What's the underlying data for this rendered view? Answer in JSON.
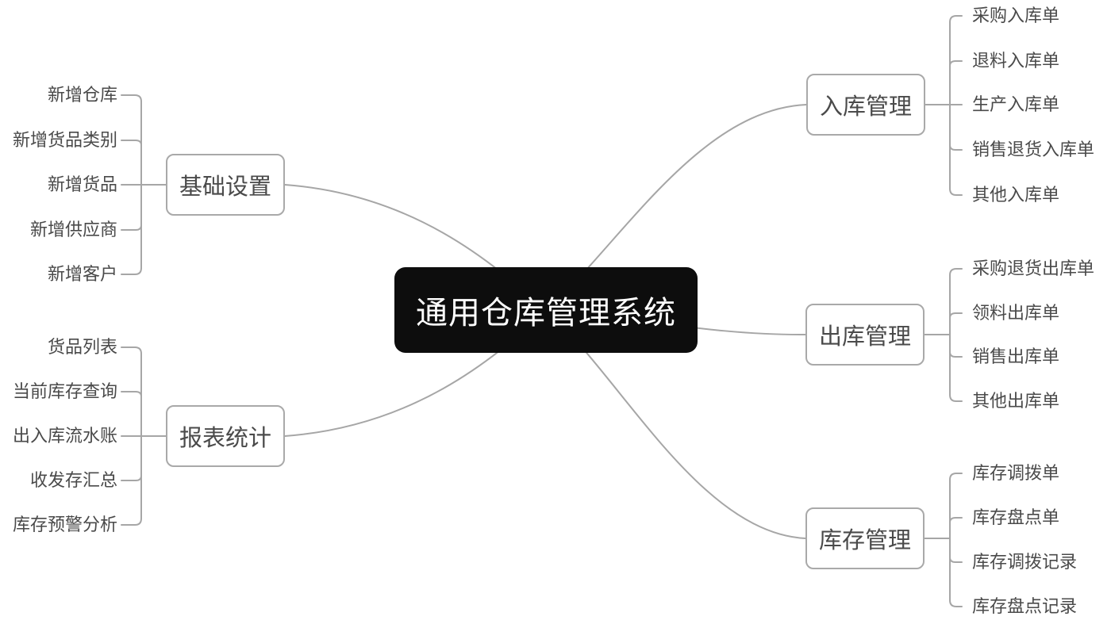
{
  "diagram": {
    "root": {
      "label": "通用仓库管理系统"
    },
    "branches": [
      {
        "label": "基础设置",
        "children": [
          "新增仓库",
          "新增货品类别",
          "新增货品",
          "新增供应商",
          "新增客户"
        ]
      },
      {
        "label": "报表统计",
        "children": [
          "货品列表",
          "当前库存查询",
          "出入库流水账",
          "收发存汇总",
          "库存预警分析"
        ]
      },
      {
        "label": "入库管理",
        "children": [
          "采购入库单",
          "退料入库单",
          "生产入库单",
          "销售退货入库单",
          "其他入库单"
        ]
      },
      {
        "label": "出库管理",
        "children": [
          "采购退货出库单",
          "领料出库单",
          "销售出库单",
          "其他出库单"
        ]
      },
      {
        "label": "库存管理",
        "children": [
          "库存调拨单",
          "库存盘点单",
          "库存调拨记录",
          "库存盘点记录"
        ]
      }
    ],
    "colors": {
      "line": "#a6a6a6",
      "box_border": "#a9a9a9",
      "box_text": "#4a4a4a",
      "leaf_text": "#4a4a4a",
      "root_bg": "#0d0d0d",
      "root_text": "#ffffff",
      "canvas_bg": "#ffffff"
    }
  }
}
